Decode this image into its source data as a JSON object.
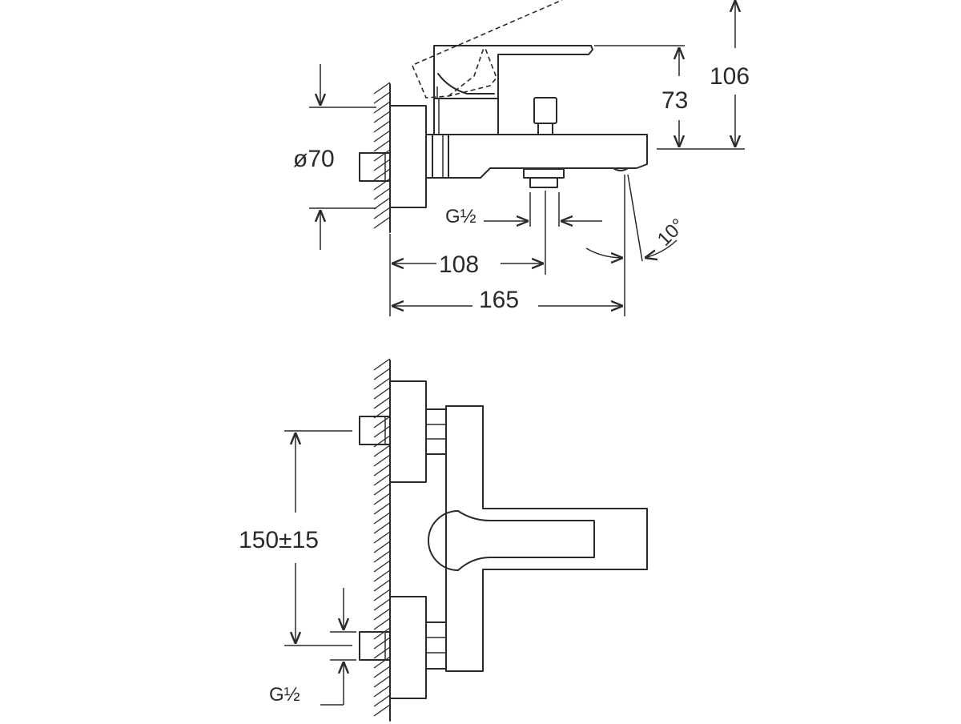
{
  "side_view": {
    "dim_diameter": "ø70",
    "dim_height_total": "106",
    "dim_height_handle": "73",
    "dim_thread": "G½",
    "dim_inlet_offset": "108",
    "dim_spout_length": "165",
    "dim_angle": "10°"
  },
  "front_view": {
    "dim_inlet_spacing": "150±15",
    "dim_thread": "G½"
  }
}
